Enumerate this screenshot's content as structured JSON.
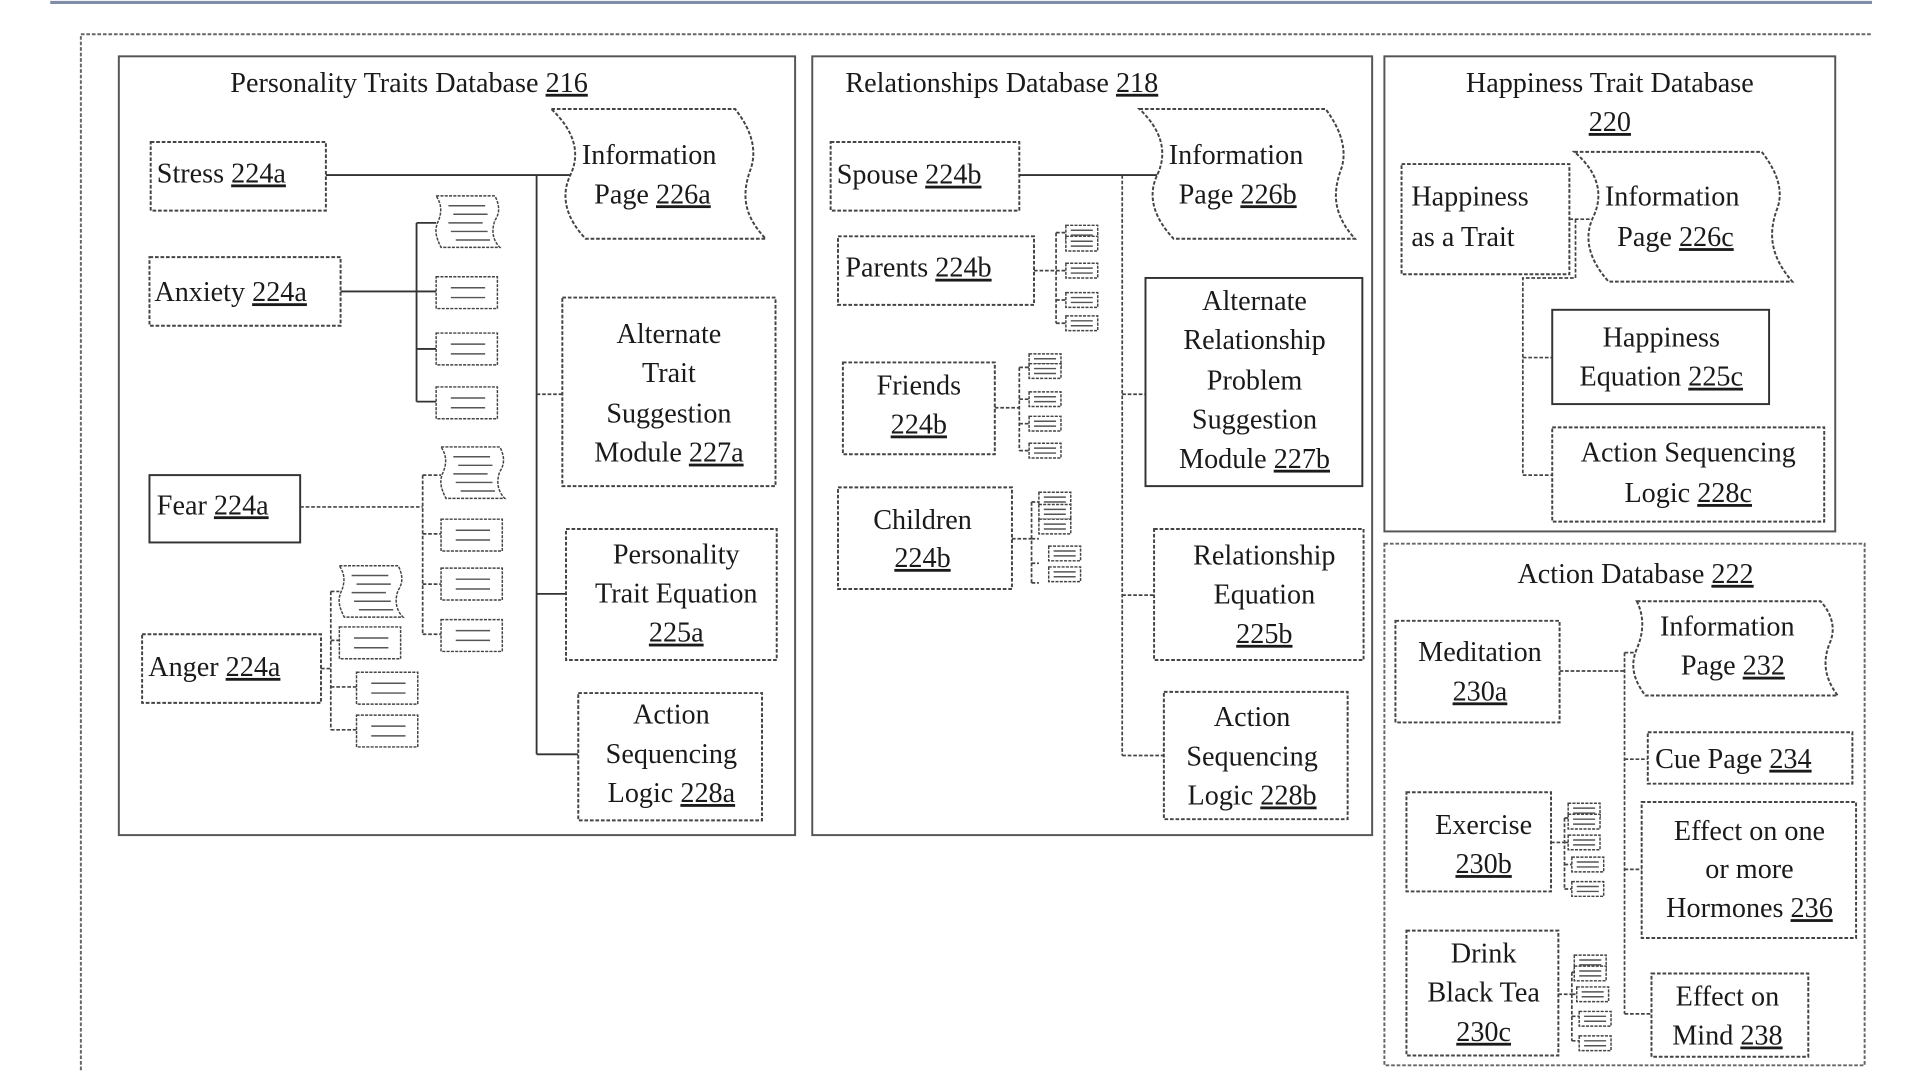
{
  "diagram": {
    "personality": {
      "title": "Personality Traits Database",
      "ref": "216",
      "traits": [
        {
          "name": "Stress",
          "ref": "224a"
        },
        {
          "name": "Anxiety",
          "ref": "224a"
        },
        {
          "name": "Fear",
          "ref": "224a"
        },
        {
          "name": "Anger",
          "ref": "224a"
        }
      ],
      "info_page": {
        "line1": "Information",
        "line2": "Page",
        "ref": "226a"
      },
      "alternate": {
        "line1": "Alternate",
        "line2": "Trait",
        "line3": "Suggestion",
        "line4": "Module",
        "ref": "227a"
      },
      "equation": {
        "line1": "Personality",
        "line2": "Trait Equation",
        "ref": "225a"
      },
      "sequencing": {
        "line1": "Action",
        "line2": "Sequencing",
        "line3": "Logic",
        "ref": "228a"
      }
    },
    "relationships": {
      "title": "Relationships Database",
      "ref": "218",
      "items": [
        {
          "name": "Spouse",
          "ref": "224b"
        },
        {
          "name": "Parents",
          "ref": "224b"
        },
        {
          "name": "Friends",
          "ref": "224b"
        },
        {
          "name": "Children",
          "ref": "224b"
        }
      ],
      "info_page": {
        "line1": "Information",
        "line2": "Page",
        "ref": "226b"
      },
      "alternate": {
        "line1": "Alternate",
        "line2": "Relationship",
        "line3": "Problem",
        "line4": "Suggestion",
        "line5": "Module",
        "ref": "227b"
      },
      "equation": {
        "line1": "Relationship",
        "line2": "Equation",
        "ref": "225b"
      },
      "sequencing": {
        "line1": "Action",
        "line2": "Sequencing",
        "line3": "Logic",
        "ref": "228b"
      }
    },
    "happiness": {
      "title": "Happiness Trait Database",
      "ref": "220",
      "trait": {
        "line1": "Happiness",
        "line2": "as a Trait"
      },
      "info_page": {
        "line1": "Information",
        "line2": "Page",
        "ref": "226c"
      },
      "equation": {
        "line1": "Happiness",
        "line2": "Equation",
        "ref": "225c"
      },
      "sequencing": {
        "line1": "Action Sequencing",
        "line2": "Logic",
        "ref": "228c"
      }
    },
    "action": {
      "title": "Action Database",
      "ref": "222",
      "actions": [
        {
          "line1": "Meditation",
          "ref": "230a"
        },
        {
          "line1": "Exercise",
          "ref": "230b"
        },
        {
          "line1": "Drink",
          "line2": "Black Tea",
          "ref": "230c"
        }
      ],
      "info_page": {
        "line1": "Information",
        "line2": "Page",
        "ref": "232"
      },
      "cue_page": {
        "label": "Cue Page",
        "ref": "234"
      },
      "hormones": {
        "line1": "Effect on one",
        "line2": "or more",
        "line3": "Hormones",
        "ref": "236"
      },
      "mind": {
        "line1": "Effect on",
        "line2": "Mind",
        "ref": "238"
      }
    }
  }
}
